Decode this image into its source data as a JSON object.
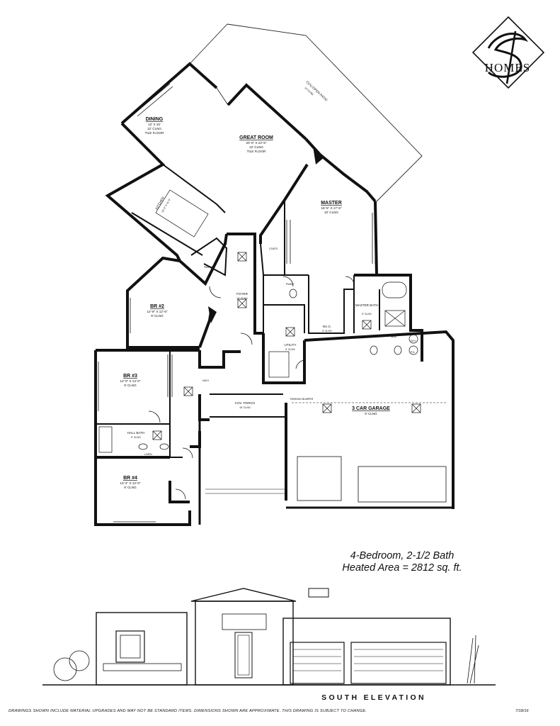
{
  "logo": {
    "monogram": "SD",
    "wordmark": "HOMES"
  },
  "rooms": {
    "patio": {
      "name": "COV./OPEN PATIO",
      "dims": "12' CLNG"
    },
    "dining": {
      "name": "DINING",
      "dims": "12' X 16'",
      "clng": "12' CLNG",
      "floor": "TILE FLOOR"
    },
    "great_room": {
      "name": "GREAT ROOM",
      "dims": "20'-0\" X 22'-6\"",
      "clng": "12' CLNG",
      "floor": "TILE FLOOR"
    },
    "kitchen": {
      "name": "KITCHEN",
      "dims": "15'-0\" X 11'-0\""
    },
    "pantry": {
      "name": "PANTRY"
    },
    "master": {
      "name": "MASTER",
      "dims": "16'-5\" X 17'-6\"",
      "clng": "10' CLNG"
    },
    "br2": {
      "name": "BR #2",
      "dims": "12'-8\" X 12'-6\"",
      "clng": "9' CLNG"
    },
    "foyer": {
      "name": "FOYER",
      "clng": "12' CLNG"
    },
    "utility": {
      "name": "UTILITY",
      "clng": "9' CLNG"
    },
    "wic": {
      "name": "W.I.C.",
      "clng": "9' CLNG"
    },
    "master_bath": {
      "name": "MASTER BATH",
      "clng": "9' CLNG"
    },
    "br3": {
      "name": "BR #3",
      "dims": "12'-0\" X 13'-0\"",
      "clng": "9' CLNG"
    },
    "hall_bath": {
      "name": "HALL BATH",
      "clng": "9' CLNG"
    },
    "cov_porch": {
      "name": "COV. PORCH",
      "clng": "15' CLNG"
    },
    "garage": {
      "name": "3 CAR GARAGE",
      "clng": "9' CLNG"
    },
    "br4": {
      "name": "BR #4",
      "dims": "13'-4\" X 12'-0\"",
      "clng": "9' CLNG"
    }
  },
  "small_labels": {
    "coats": "COATS",
    "seat": "SEAT",
    "linen": "LINEN",
    "parking_bumper": "PARKING BUMPER",
    "nich": "NICH",
    "pdr": "PWDR",
    "wh": "W.H.",
    "ph": "P.H."
  },
  "summary": {
    "line1": "4-Bedroom, 2-1/2 Bath",
    "line2": "Heated Area = 2812 sq. ft."
  },
  "elevation_label": "SOUTH ELEVATION",
  "disclaimer": "DRAWINGS SHOWN INCLUDE MATERIAL UPGRADES AND MAY NOT BE STANDARD ITEMS. DIMENSIONS SHOWN ARE APPROXIMATE. THIS DRAWING IS SUBJECT TO CHANGE.",
  "date": "7/18/16"
}
